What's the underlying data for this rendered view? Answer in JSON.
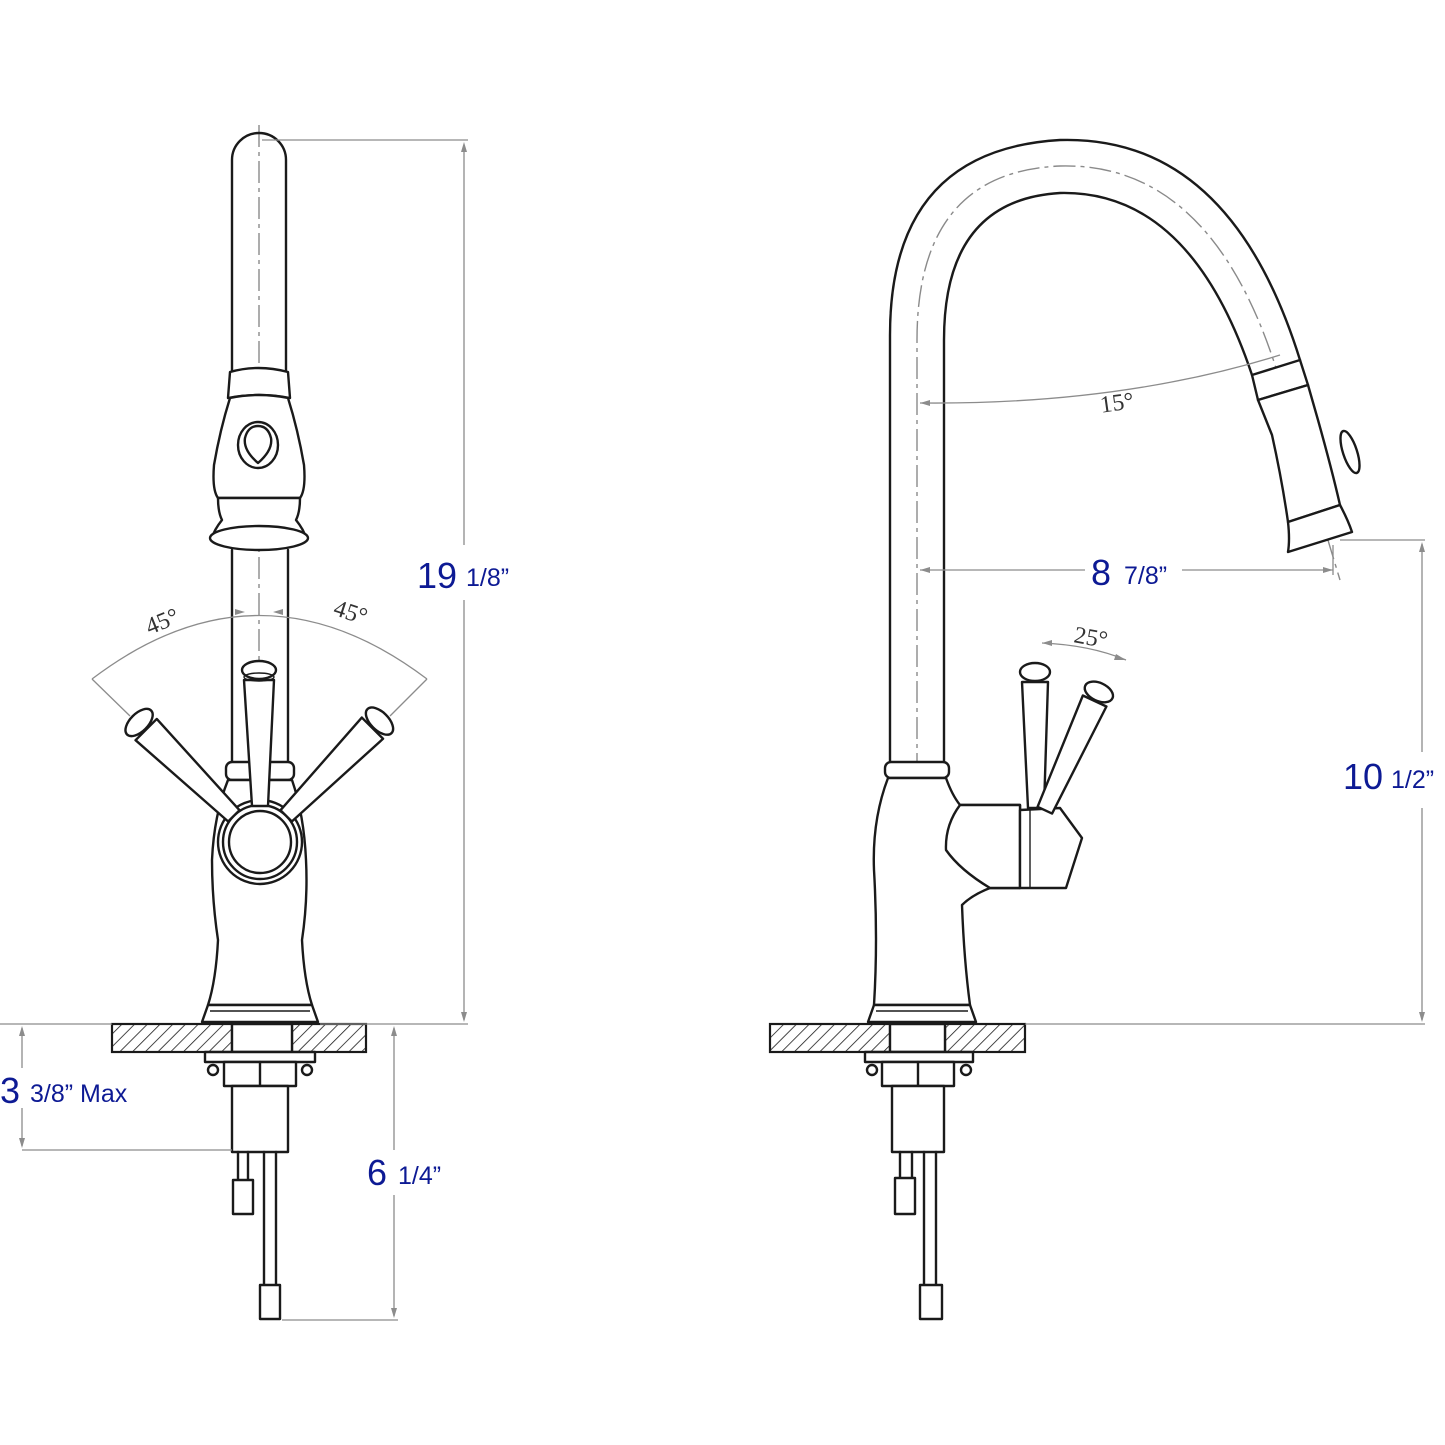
{
  "diagram": {
    "title": "Faucet dimension drawing (front and side views)",
    "colors": {
      "line": "#1a1a1a",
      "dimension_line": "#8c8c8c",
      "dimension_text": "#0d1a94",
      "angle_text": "#333333",
      "background": "#ffffff"
    },
    "front_view": {
      "total_height": {
        "whole": "19",
        "fraction": "1/8”"
      },
      "handle_angle_left": "45°",
      "handle_angle_right": "45°",
      "max_deck_thickness": {
        "whole": "3",
        "fraction": "3/8” Max"
      },
      "below_deck_length": {
        "whole": "6",
        "fraction": "1/4”"
      }
    },
    "side_view": {
      "spout_swivel_angle": "15°",
      "spout_reach": {
        "whole": "8",
        "fraction": "7/8”"
      },
      "handle_angle": "25°",
      "spout_height": {
        "whole": "10",
        "fraction": "1/2”"
      }
    }
  }
}
